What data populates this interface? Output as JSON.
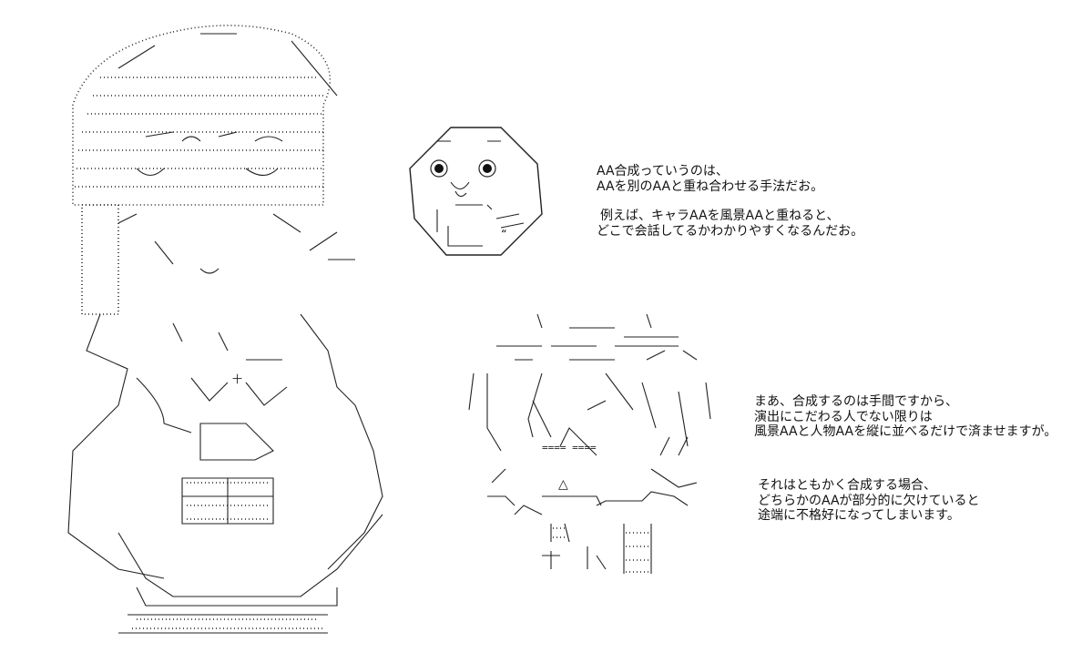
{
  "text_blocks": {
    "block1": {
      "lines": [
        "AA合成っていうのは、",
        "AAを別のAAと重ね合わせる手法だお。",
        "",
        "例えば、キャラAAを風景AAと重ねると、",
        "どこで会話してるかわかりやすくなるんだお。"
      ]
    },
    "block2": {
      "lines": [
        "まあ、合成するのは手間ですから、",
        "演出にこだわる人でない限りは",
        "風景AAと人物AAを縦に並べるだけで済ませますが。"
      ]
    },
    "block3": {
      "lines": [
        "それはともかく合成する場合、",
        "どちらかのAAが部分的に欠けていると",
        "途端に不格好になってしまいます。"
      ]
    }
  },
  "art": {
    "girl": {
      "chest_text": "十"
    },
    "round_face": {
      "cheek_mark": "“"
    },
    "boy": {
      "eyes": "====     ====",
      "nose": "△"
    }
  }
}
